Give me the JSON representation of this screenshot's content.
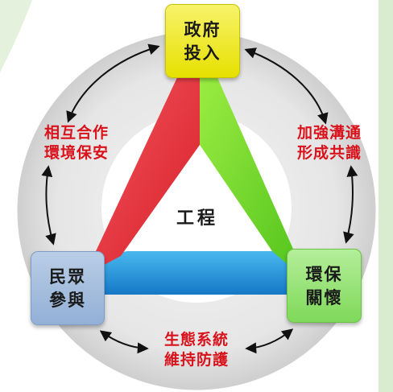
{
  "nodes": {
    "top": {
      "line1": "政府",
      "line2": "投入"
    },
    "left": {
      "line1": "民眾",
      "line2": "參與"
    },
    "right": {
      "line1": "環保",
      "line2": "關懷"
    }
  },
  "center": {
    "label": "工程"
  },
  "captions": {
    "left": {
      "line1": "相互合作",
      "line2": "環境保安"
    },
    "right": {
      "line1": "加強溝通",
      "line2": "形成共識"
    },
    "bottom": {
      "line1": "生態系統",
      "line2": "維持防護"
    }
  },
  "colors": {
    "top_node": "#f0ec2e",
    "left_node": "#a9c1e0",
    "right_node": "#9be57a",
    "red_band": "#e8313a",
    "green_band": "#6fd62b",
    "blue_band": "#1f8fd6",
    "caption_text": "#d9121b"
  }
}
